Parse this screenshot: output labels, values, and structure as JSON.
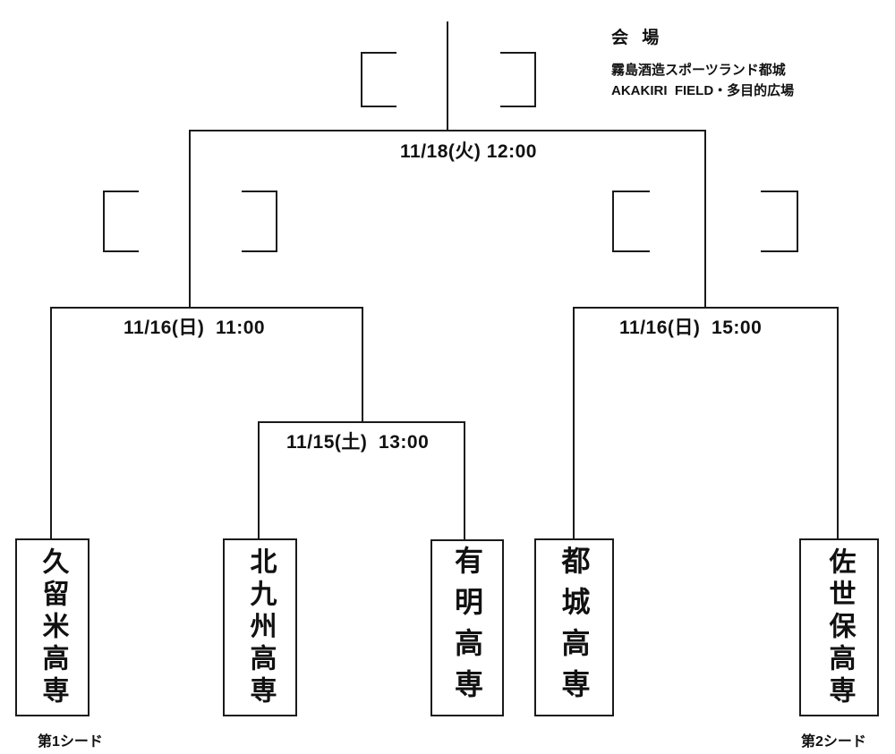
{
  "venue": {
    "heading": "会 場",
    "facility": "霧島酒造スポーツランド都城",
    "field": "AKAKIRI  FIELD・多目的広場"
  },
  "matches": {
    "final": {
      "label": "11/18(火) 12:00"
    },
    "semifinal_left": {
      "label": "11/16(日)  11:00"
    },
    "semifinal_right": {
      "label": "11/16(日)  15:00"
    },
    "first_round": {
      "label": "11/15(土)  13:00"
    }
  },
  "teams": [
    {
      "id": "kurume",
      "name": "久留米高専"
    },
    {
      "id": "kitakyushu",
      "name": "北九州高専"
    },
    {
      "id": "ariake",
      "name": "有明高専"
    },
    {
      "id": "miyakonojo",
      "name": "都城高専"
    },
    {
      "id": "sasebo",
      "name": "佐世保高専"
    }
  ],
  "seeds": {
    "first": "第1シード",
    "second": "第2シード"
  }
}
